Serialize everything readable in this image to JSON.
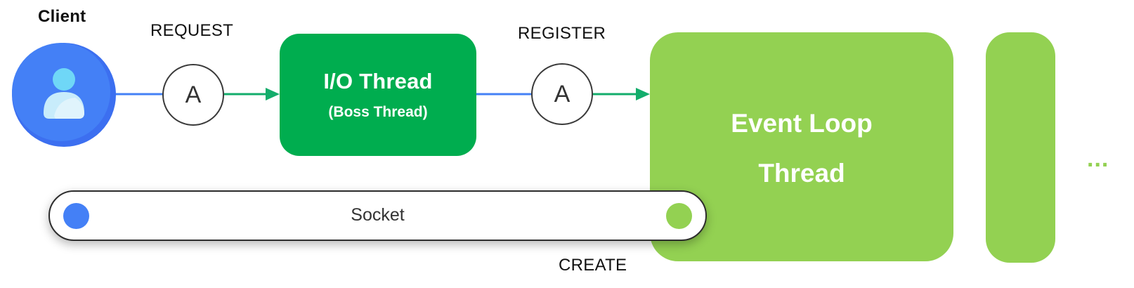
{
  "labels": {
    "client": "Client",
    "request": "REQUEST",
    "register": "REGISTER",
    "create": "CREATE"
  },
  "badges": {
    "request": "A",
    "register": "A"
  },
  "io_thread": {
    "title": "I/O Thread",
    "subtitle": "(Boss Thread)"
  },
  "event_loop": {
    "line1": "Event Loop",
    "line2": "Thread"
  },
  "ellipsis": "...",
  "socket": {
    "label": "Socket"
  },
  "colors": {
    "client_blue": "#4480f6",
    "io_green": "#00ad4f",
    "event_green": "#93d152",
    "arrow_teal": "#13ad6b"
  },
  "icons": {
    "client": "user-icon"
  }
}
